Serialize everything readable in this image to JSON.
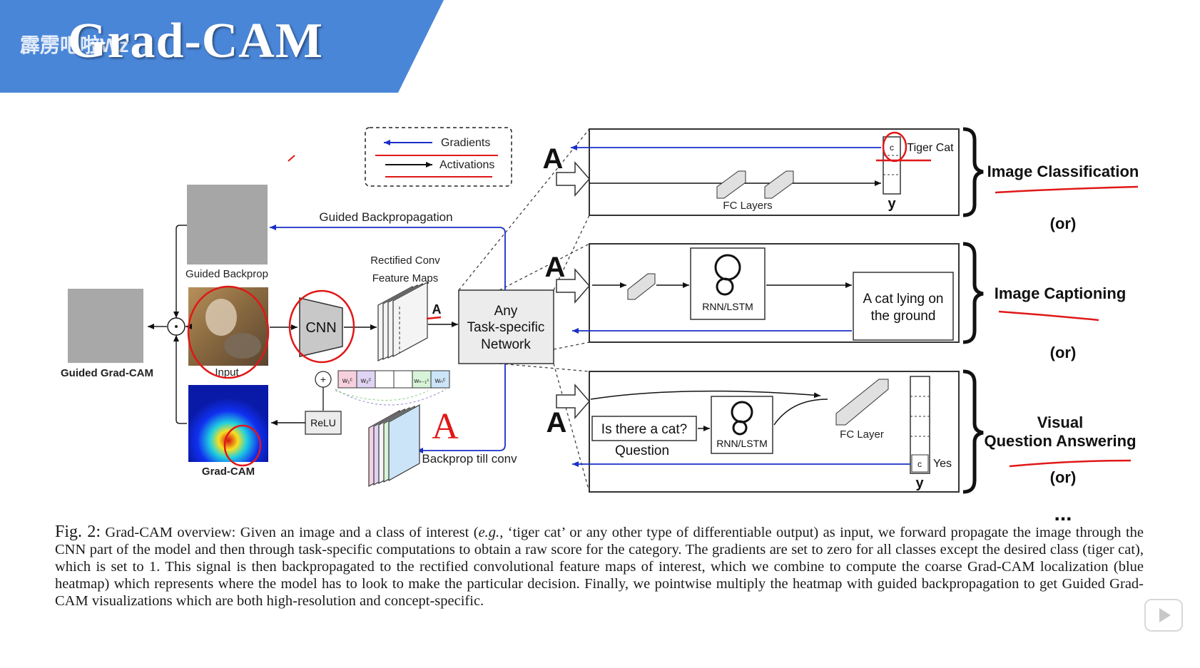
{
  "slide": {
    "title": "Grad-CAM",
    "watermark": "霹雳吧啦Wz",
    "banner_color": "#4a86d8"
  },
  "legend": {
    "gradients": "Gradients",
    "activations": "Activations",
    "gradient_color": "#1a2fc8",
    "activation_color": "#111111"
  },
  "diagram": {
    "guided_backprop_label": "Guided Backprop",
    "guided_backpropagation_label": "Guided Backpropagation",
    "input_label": "Input",
    "guided_gradcam_label": "Guided Grad-CAM",
    "gradcam_label": "Grad-CAM",
    "cnn_label": "CNN",
    "rectified_line1": "Rectified Conv",
    "rectified_line2": "Feature Maps",
    "a_label": "A",
    "relu_label": "ReLU",
    "backprop_till_conv": "Backprop till conv",
    "network_line1": "Any",
    "network_line2": "Task-specific",
    "network_line3": "Network",
    "weights": [
      "w₁ᶜ",
      "w₂ᶜ",
      "",
      "",
      "wₙ₋₁ᶜ",
      "wₙᶜ"
    ]
  },
  "tasks": {
    "classification": {
      "a_label": "A",
      "fc_layers": "FC Layers",
      "c_label": "c",
      "class_label": "Tiger Cat",
      "y_label": "y",
      "task_name": "Image Classification"
    },
    "captioning": {
      "a_label": "A",
      "rnn_label": "RNN/LSTM",
      "caption_line1": "A cat lying on",
      "caption_line2": "the ground",
      "task_name": "Image Captioning"
    },
    "vqa": {
      "a_label": "A",
      "question_text": "Is there a cat?",
      "question_label": "Question",
      "rnn_label": "RNN/LSTM",
      "fc_layer": "FC Layer",
      "c_label": "c",
      "answer_label": "Yes",
      "y_label": "y",
      "task_line1": "Visual",
      "task_line2": "Question Answering"
    },
    "or_label": "(or)",
    "ellipsis": "..."
  },
  "caption": {
    "fig_label": "Fig. 2:",
    "text_before": " Grad-CAM overview: Given an image and a class of interest (",
    "eg": "e.g.",
    "text_after": ", ‘tiger cat’ or any other type of differentiable output) as input, we forward propagate the image through the CNN part of the model and then through task-specific computations to obtain a raw score for the category. The gradients are set to zero for all classes except the desired class (tiger cat), which is set to 1. This signal is then backpropagated to the rectified convolutional feature maps of interest, which we combine to compute the coarse Grad-CAM localization (blue heatmap) which represents where the model has to look to make the particular decision. Finally, we pointwise multiply the heatmap with guided backpropagation to get Guided Grad-CAM visualizations which are both high-resolution and concept-specific."
  },
  "annotations": {
    "handwritten_a": "A",
    "pen_color": "#e01818"
  }
}
